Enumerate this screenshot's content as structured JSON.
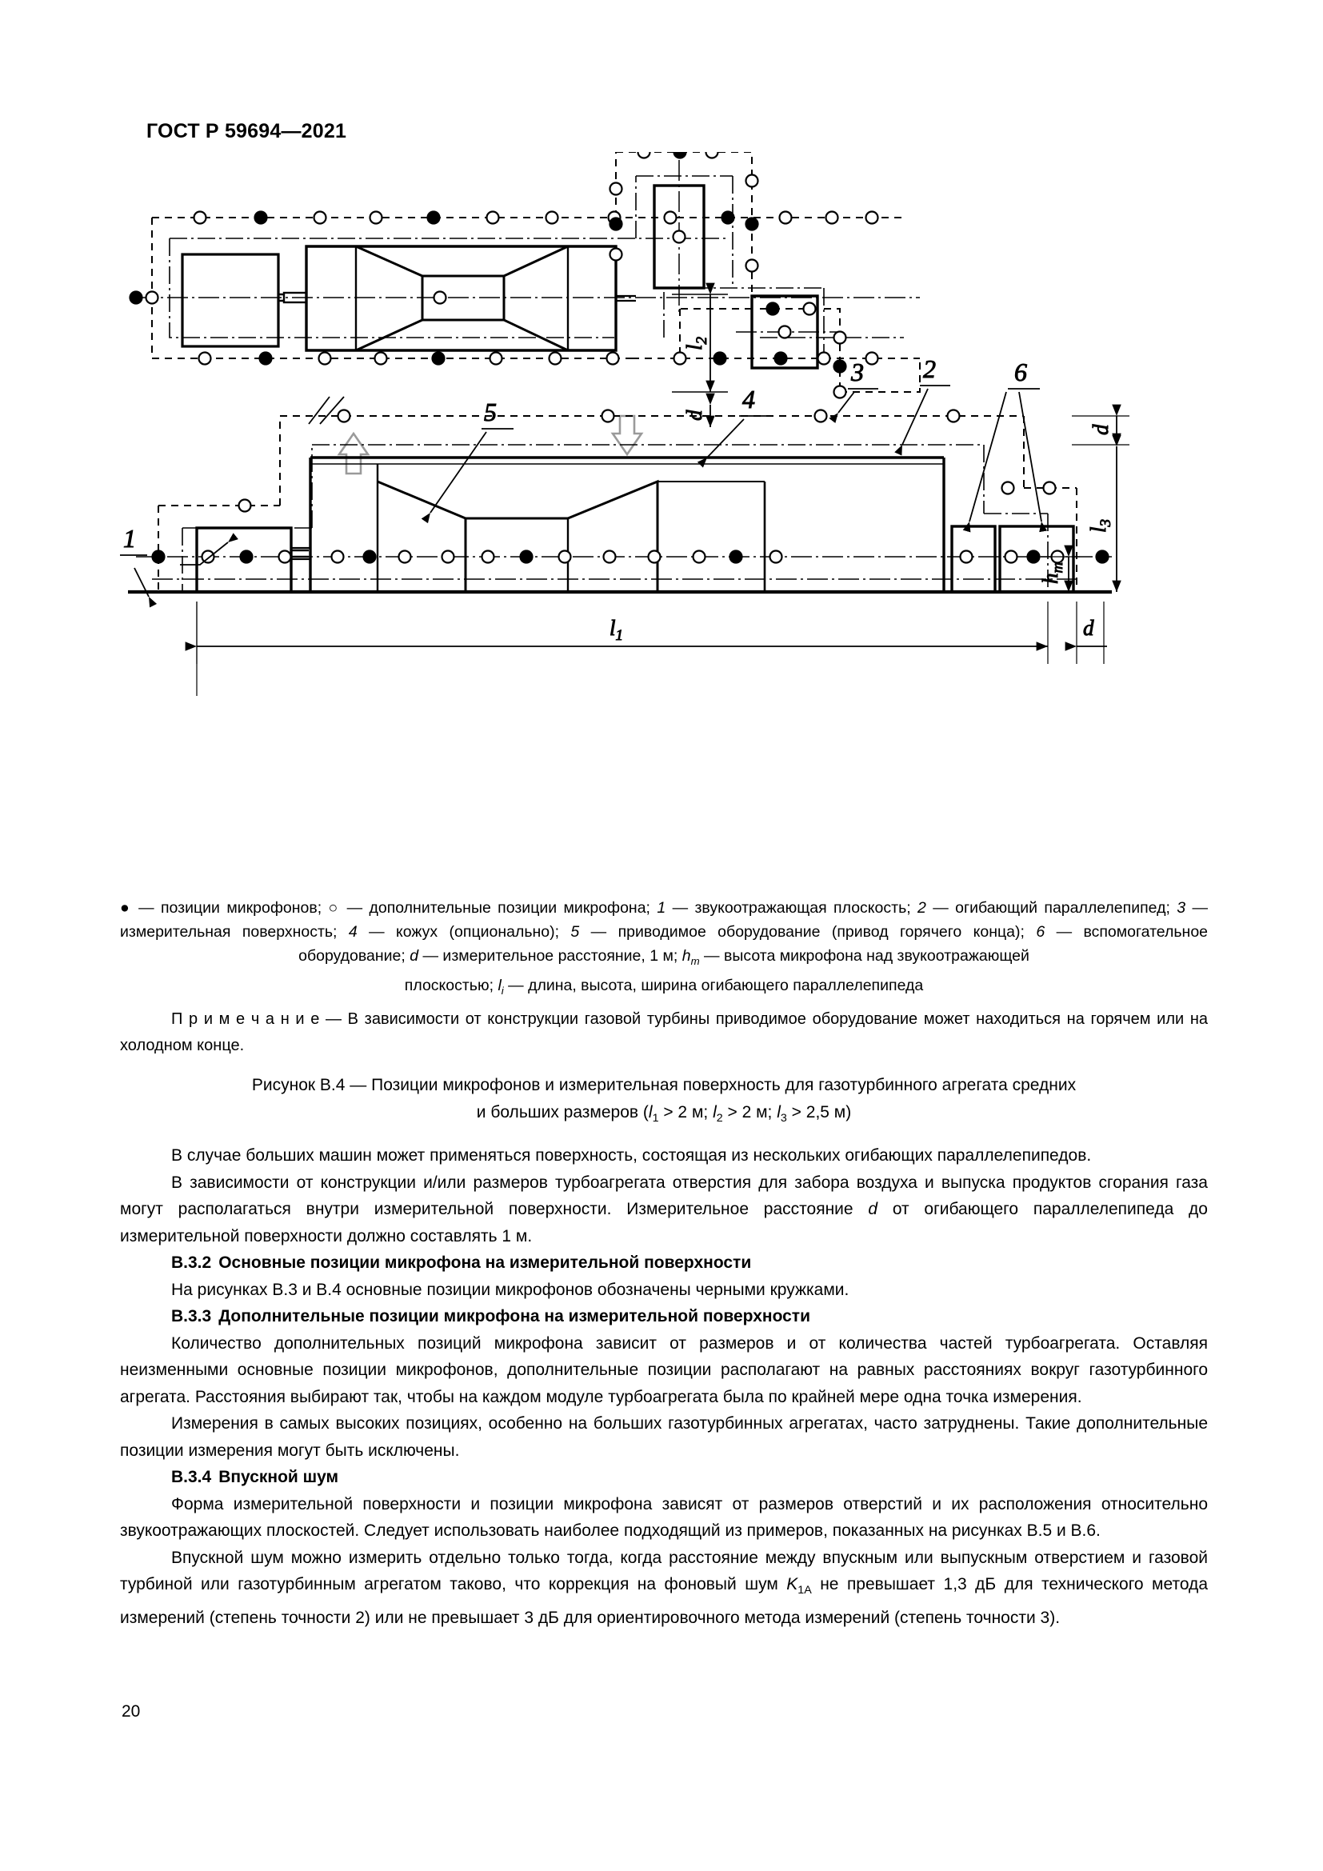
{
  "header": {
    "standard": "ГОСТ Р 59694—2021"
  },
  "page_number": "20",
  "figure": {
    "name": "figure-b4",
    "labels": {
      "l1": "l",
      "l1sub": "1",
      "l2": "l",
      "l2sub": "2",
      "l3": "l",
      "l3sub": "3",
      "d": "d",
      "hm": "h",
      "hmsub": "m"
    },
    "callouts": [
      "1",
      "2",
      "3",
      "4",
      "5",
      "6"
    ]
  },
  "legend": {
    "text": "● — позиции микрофонов; ○ — дополнительные позиции микрофона; 1 — звукоотражающая плоскость; 2 — огибающий параллелепипед; 3 — измерительная поверхность; 4 — кожух (опционально); 5 — приводимое оборудование (привод горячего конца); 6 — вспомогательное оборудование; d — измерительное расстояние, 1 м; hm — высота микрофона над звукоотражающей плоскостью; li — длина, высота, ширина огибающего параллелепипеда",
    "part1": "● — позиции микрофонов; ○ — дополнительные позиции микрофона; ",
    "item1_num": "1",
    "item1": " — звукоотражающая плоскость; ",
    "item2_num": "2",
    "item2": " — огибающий параллелепипед; ",
    "item3_num": "3",
    "item3": " — измерительная поверхность; ",
    "item4_num": "4",
    "item4": " — кожух (опционально); ",
    "item5_num": "5",
    "item5": " — приводимое оборудование (привод горячего конца); ",
    "item6_num": "6",
    "item6": " — вспомогательное оборудование; ",
    "d_sym": "d",
    "d_text": " — измерительное расстояние, 1 м; ",
    "h_sym": "h",
    "h_sub": "m",
    "h_text": " — высота микрофона над звукоотражающей ",
    "lastline_pre": "плоскостью; ",
    "l_sym": "l",
    "l_sub": "i",
    "lastline_post": " — длина, высота, ширина огибающего параллелепипеда"
  },
  "note": {
    "label": "П р и м е ч а н и е",
    "text": " — В зависимости от конструкции газовой турбины приводимое оборудование может находиться на горячем или на холодном конце."
  },
  "figure_title": {
    "line1": "Рисунок В.4 — Позиции микрофонов и измерительная поверхность для газотурбинного агрегата средних",
    "line2_pre": "и больших размеров (",
    "l1": "l",
    "l1sub": "1",
    "cond1": " > 2 м; ",
    "l2": "l",
    "l2sub": "2",
    "cond2": " > 2 м; ",
    "l3": "l",
    "l3sub": "3",
    "cond3": " > 2,5 м)"
  },
  "body": {
    "p1": "В случае больших машин может применяться поверхность, состоящая из нескольких огибающих параллелепипедов.",
    "p2_a": "В зависимости от конструкции и/или размеров турбоагрегата отверстия для забора воздуха и выпуска продуктов сгорания газа могут располагаться внутри измерительной поверхности. Измерительное расстояние ",
    "p2_d": "d",
    "p2_b": " от огибающего параллелепипеда до измерительной поверхности должно составлять 1 м.",
    "h1_num": "В.3.2",
    "h1_text": "Основные позиции микрофона на измерительной поверхности",
    "p3": "На рисунках В.3 и В.4 основные позиции микрофонов обозначены черными кружками.",
    "h2_num": "В.3.3",
    "h2_text": "Дополнительные позиции микрофона на измерительной поверхности",
    "p4": "Количество дополнительных позиций микрофона зависит от размеров и от количества частей турбоагрегата. Оставляя неизменными основные позиции микрофонов, дополнительные позиции располагают на равных расстояниях вокруг газотурбинного агрегата. Расстояния выбирают так, чтобы на каждом модуле турбоагрегата была по крайней мере одна точка измерения.",
    "p5": "Измерения в самых высоких позициях, особенно на больших газотурбинных агрегатах, часто затруднены. Такие дополнительные позиции измерения могут быть исключены.",
    "h3_num": "В.3.4",
    "h3_text": "Впускной шум",
    "p6": "Форма измерительной поверхности и позиции микрофона зависят от размеров отверстий и их расположения относительно звукоотражающих плоскостей. Следует использовать наиболее подходящий из примеров, показанных на рисунках В.5  и В.6.",
    "p7_a": "Впускной шум можно измерить отдельно только тогда, когда расстояние между впускным или выпускным отверстием и газовой турбиной или газотурбинным агрегатом таково, что коррекция на фоновый шум ",
    "p7_k": "K",
    "p7_ksub": "1A",
    "p7_b": " не превышает 1,3 дБ для технического метода измерений (степень точности 2) или не превышает 3 дБ для ориентировочного метода измерений (степень точности 3)."
  }
}
